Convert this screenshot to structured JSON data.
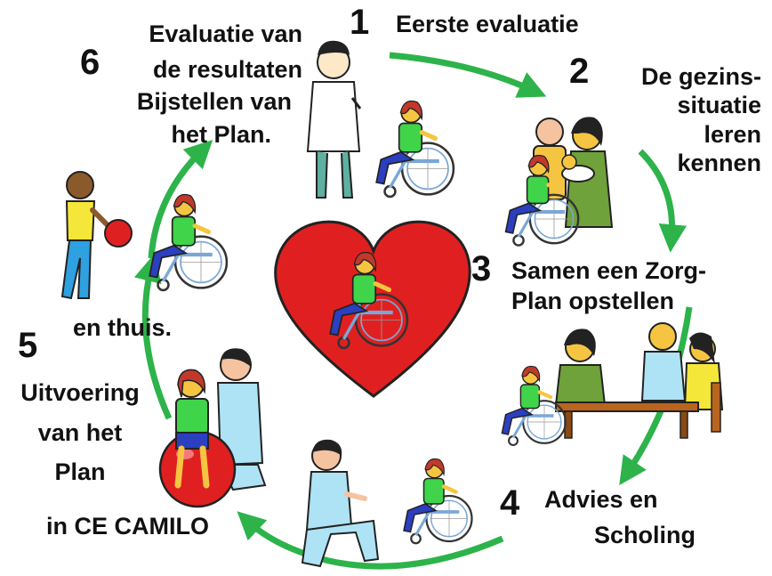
{
  "steps": [
    {
      "number": "1",
      "lines": [
        "Eerste evaluatie"
      ]
    },
    {
      "number": "2",
      "lines": [
        "De gezins-",
        "situatie",
        "leren",
        "kennen"
      ]
    },
    {
      "number": "3",
      "lines": [
        "Samen een Zorg-",
        "Plan opstellen"
      ]
    },
    {
      "number": "4",
      "lines": [
        "Advies en",
        "Scholing"
      ]
    },
    {
      "number": "5",
      "lines": [
        "Uitvoering",
        "van het",
        "Plan"
      ],
      "location_home": "en thuis.",
      "location_center": "in CE CAMILO"
    },
    {
      "number": "6",
      "lines": [
        "Evaluatie van",
        "de resultaten",
        "Bijstellen van",
        "het Plan."
      ]
    }
  ],
  "colors": {
    "arrow": "#2db34a",
    "heart": "#e02020",
    "shirt": "#3fd44a",
    "hair": "#c0392b",
    "skin": "#f5c542",
    "pants": "#2b3fbf",
    "wheel": "#7aa7d6"
  },
  "icons": [
    "heart-icon",
    "wheelchair-child-icon",
    "doctor-icon",
    "family-icon",
    "table-meeting-icon",
    "therapist-icon",
    "exercise-ball-icon",
    "boy-with-ball-icon"
  ]
}
